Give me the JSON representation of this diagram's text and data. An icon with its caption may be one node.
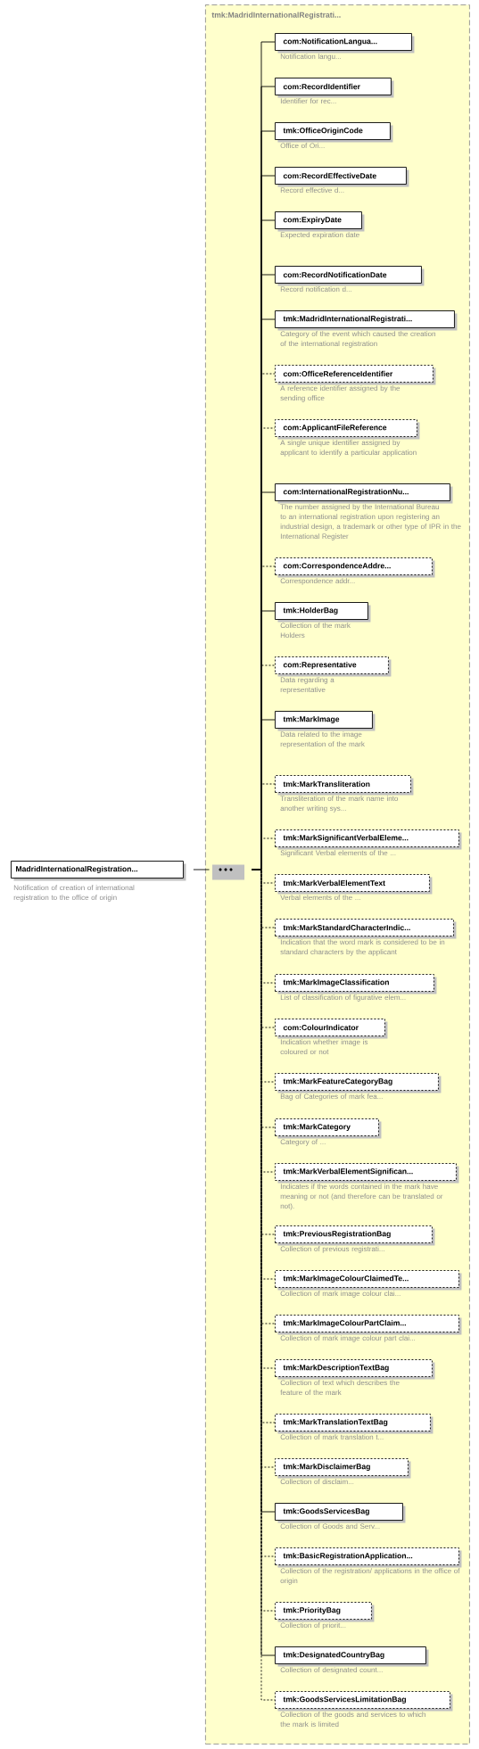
{
  "diagram": {
    "nodes": [
      {
        "text": [
          "MadridInternationalRegistration..."
        ],
        "beside": [
          "Notification of creation of international registration to the office of origin"
        ]
      },
      {
        "text": [],
        "shape": "octagon",
        "in": 2
      },
      {
        "text": [
          "tmk:MadridInternationalRegistrati..."
        ]
      },
      {
        "text": [
          "com:NotificationLangua..."
        ],
        "beside": [
          "Notification langu..."
        ],
        "in": 2
      },
      {
        "text": [
          "com:RecordIdentifier"
        ],
        "beside": [
          "Identifier for rec..."
        ],
        "in": 2
      },
      {
        "text": [
          "tmk:OfficeOriginCode"
        ],
        "beside": [
          "Office of Ori..."
        ],
        "in": 2
      },
      {
        "text": [
          "com:RecordEffectiveDate"
        ],
        "beside": [
          "Record effective d..."
        ],
        "in": 2
      },
      {
        "text": [
          "com:ExpiryDate"
        ],
        "beside": [
          "Expected expiration date"
        ],
        "in": 2
      },
      {
        "text": [
          "com:RecordNotificationDate"
        ],
        "beside": [
          "Record notification d..."
        ],
        "in": 2
      },
      {
        "text": [
          "tmk:MadridInternationalRegistrati..."
        ],
        "beside": [
          "Category of the event which caused the creation of the international registration"
        ],
        "in": 2
      },
      {
        "text": [
          "com:OfficeReferenceIdentifier"
        ],
        "beside": [
          "A reference identifier assigned by the sending office"
        ],
        "in": 2
      },
      {
        "text": [
          "com:ApplicantFileReference"
        ],
        "beside": [
          "A single unique identifier assigned by applicant to identify a particular application"
        ],
        "in": 2
      },
      {
        "text": [
          "com:InternationalRegistrationNu..."
        ],
        "beside": [
          "The number assigned by the International Bureau to an international registration upon registering an industrial design, a trademark or other type of IPR in the International Register"
        ],
        "in": 2
      },
      {
        "text": [
          "com:CorrespondenceAddre..."
        ],
        "beside": [
          "Correspondence addr..."
        ],
        "in": 2
      },
      {
        "text": [
          "tmk:HolderBag"
        ],
        "beside": [
          "Collection of the mark Holders"
        ],
        "in": 2
      },
      {
        "text": [
          "com:Representative"
        ],
        "beside": [
          "Data regarding a representative"
        ],
        "in": 2
      },
      {
        "text": [
          "tmk:MarkImage"
        ],
        "beside": [
          "Data related to the image representation of the mark"
        ],
        "in": 2
      },
      {
        "text": [
          "tmk:MarkTransliteration"
        ],
        "beside": [
          "Transliteration of the mark name into another writing sys..."
        ],
        "in": 2
      },
      {
        "text": [
          "tmk:MarkSignificantVerbalEleme..."
        ],
        "beside": [
          "Significant Verbal elements of the ..."
        ],
        "in": 2
      },
      {
        "text": [
          "tmk:MarkVerbalElementText"
        ],
        "beside": [
          "Verbal elements of the ..."
        ],
        "in": 2
      },
      {
        "text": [
          "tmk:MarkStandardCharacterIndic..."
        ],
        "beside": [
          "Indication that the word mark is considered to be in standard characters by the applicant"
        ],
        "in": 2
      },
      {
        "text": [
          "tmk:MarkImageClassification"
        ],
        "beside": [
          "List of classification of figurative elem..."
        ],
        "in": 2
      },
      {
        "text": [
          "com:ColourIndicator"
        ],
        "beside": [
          "Indication whether image is coloured or not"
        ],
        "in": 2
      },
      {
        "text": [
          "tmk:MarkFeatureCategoryBag"
        ],
        "beside": [
          "Bag of Categories of mark fea..."
        ],
        "in": 2
      },
      {
        "text": [
          "tmk:MarkCategory"
        ],
        "beside": [
          "Category of ..."
        ],
        "in": 2
      },
      {
        "text": [
          "tmk:MarkVerbalElementSignifican..."
        ],
        "beside": [
          "Indicates if the words contained in the mark have meaning or not (and therefore can be translated or not)."
        ],
        "in": 2
      },
      {
        "text": [
          "tmk:PreviousRegistrationBag"
        ],
        "beside": [
          "Collection of previous registrati..."
        ],
        "in": 2
      },
      {
        "text": [
          "tmk:MarkImageColourClaimedTe..."
        ],
        "beside": [
          "Collection of mark image colour clai..."
        ],
        "in": 2
      },
      {
        "text": [
          "tmk:MarkImageColourPartClaim..."
        ],
        "beside": [
          "Collection of mark image colour part clai..."
        ],
        "in": 2
      },
      {
        "text": [
          "tmk:MarkDescriptionTextBag"
        ],
        "beside": [
          "Collection of text which describes the feature of the mark"
        ],
        "in": 2
      },
      {
        "text": [
          "tmk:MarkTranslationTextBag"
        ],
        "beside": [
          "Collection of mark translation t..."
        ],
        "in": 2
      },
      {
        "text": [
          "tmk:MarkDisclaimerBag"
        ],
        "beside": [
          "Collection of disclaim..."
        ],
        "in": 2
      },
      {
        "text": [
          "tmk:GoodsServicesBag"
        ],
        "beside": [
          "Collection of Goods and Serv..."
        ],
        "in": 2
      },
      {
        "text": [
          "tmk:BasicRegistrationApplication..."
        ],
        "beside": [
          "Collection of the registration/ applications in the office of origin"
        ],
        "in": 2
      },
      {
        "text": [
          "tmk:PriorityBag"
        ],
        "beside": [
          "Collection of priorit..."
        ],
        "in": 2
      },
      {
        "text": [
          "tmk:DesignatedCountryBag"
        ],
        "beside": [
          "Collection of designated count..."
        ],
        "in": 2
      },
      {
        "text": [
          "tmk:GoodsServicesLimitationBag"
        ],
        "beside": [
          "Collection of the goods and services to which the mark is limited"
        ],
        "in": 2
      }
    ],
    "edges": [
      {
        "from": 0,
        "to": 1,
        "arrow": "none"
      },
      {
        "from": 1,
        "to": 3,
        "arrow": "none"
      },
      {
        "from": 1,
        "to": 4,
        "arrow": "none"
      },
      {
        "from": 1,
        "to": 5,
        "arrow": "none"
      },
      {
        "from": 1,
        "to": 6,
        "arrow": "none"
      },
      {
        "from": 1,
        "to": 7,
        "arrow": "none"
      },
      {
        "from": 1,
        "to": 8,
        "arrow": "none"
      },
      {
        "from": 1,
        "to": 9,
        "arrow": "none"
      },
      {
        "from": 1,
        "to": 10,
        "arrow": "none",
        "style": "dashed"
      },
      {
        "from": 1,
        "to": 11,
        "arrow": "none",
        "style": "dashed"
      },
      {
        "from": 1,
        "to": 12,
        "arrow": "none"
      },
      {
        "from": 1,
        "to": 13,
        "arrow": "none",
        "style": "dashed"
      },
      {
        "from": 1,
        "to": 14,
        "arrow": "none"
      },
      {
        "from": 1,
        "to": 15,
        "arrow": "none",
        "style": "dashed"
      },
      {
        "from": 1,
        "to": 16,
        "arrow": "none"
      },
      {
        "from": 1,
        "to": 17,
        "arrow": "none",
        "style": "dashed"
      },
      {
        "from": 1,
        "to": 18,
        "arrow": "none",
        "style": "dashed"
      },
      {
        "from": 1,
        "to": 19,
        "arrow": "none",
        "style": "dashed"
      },
      {
        "from": 1,
        "to": 20,
        "arrow": "none",
        "style": "dashed"
      },
      {
        "from": 1,
        "to": 21,
        "arrow": "none",
        "style": "dashed"
      },
      {
        "from": 1,
        "to": 22,
        "arrow": "none",
        "style": "dashed"
      },
      {
        "from": 1,
        "to": 23,
        "arrow": "none",
        "style": "dashed"
      },
      {
        "from": 1,
        "to": 24,
        "arrow": "none",
        "style": "dashed"
      },
      {
        "from": 1,
        "to": 25,
        "arrow": "none",
        "style": "dashed"
      },
      {
        "from": 1,
        "to": 26,
        "arrow": "none",
        "style": "dashed"
      },
      {
        "from": 1,
        "to": 27,
        "arrow": "none",
        "style": "dashed"
      },
      {
        "from": 1,
        "to": 28,
        "arrow": "none",
        "style": "dashed"
      },
      {
        "from": 1,
        "to": 29,
        "arrow": "none",
        "style": "dashed"
      },
      {
        "from": 1,
        "to": 30,
        "arrow": "none",
        "style": "dashed"
      },
      {
        "from": 1,
        "to": 31,
        "arrow": "none",
        "style": "dashed"
      },
      {
        "from": 1,
        "to": 32,
        "arrow": "none"
      },
      {
        "from": 1,
        "to": 33,
        "arrow": "none",
        "style": "dashed"
      },
      {
        "from": 1,
        "to": 34,
        "arrow": "none",
        "style": "dashed"
      },
      {
        "from": 1,
        "to": 35,
        "arrow": "none"
      },
      {
        "from": 1,
        "to": 36,
        "arrow": "none",
        "style": "dashed"
      }
    ]
  }
}
